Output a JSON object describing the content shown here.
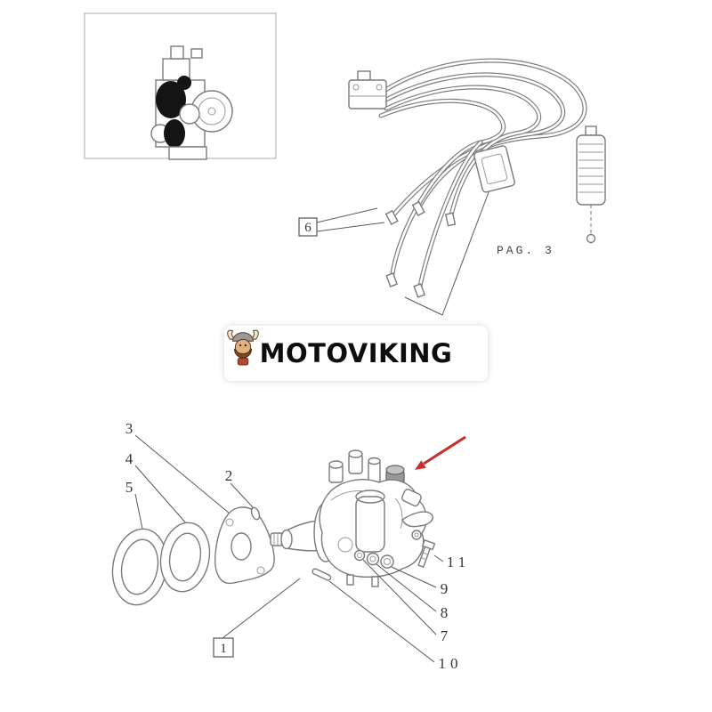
{
  "brand": {
    "name": "MOTOVIKING"
  },
  "colors": {
    "arrow_red": "#c62f2a",
    "highlight_black": "#141414",
    "mascot_skin": "#e2b07e",
    "mascot_beard": "#7a4a22",
    "mascot_helmet": "#9a9a9a",
    "mascot_horn": "#ece4d2",
    "mascot_shirt": "#b8452f"
  },
  "pipes_section": {
    "callout_6": "6",
    "page_ref": "PAG. 3"
  },
  "pump_section": {
    "callouts": {
      "c1": "1",
      "c2": "2",
      "c3": "3",
      "c4": "4",
      "c5": "5",
      "c7": "7",
      "c8": "8",
      "c9": "9",
      "c10": "10",
      "c11": "11"
    }
  }
}
